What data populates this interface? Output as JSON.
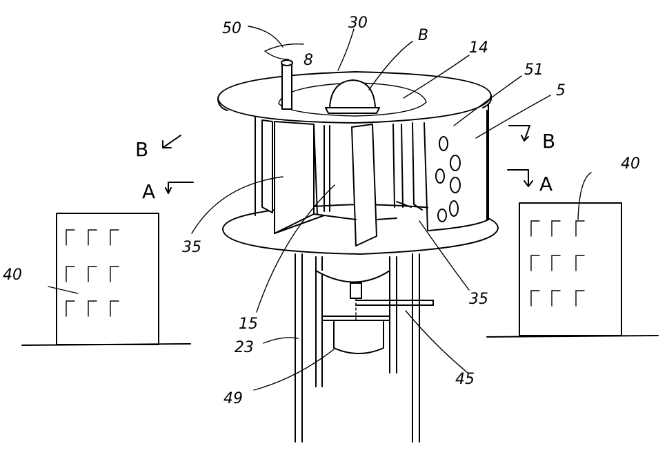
{
  "labels": {
    "l50": "50",
    "l30": "30",
    "lB_top": "B",
    "l14": "14",
    "l51": "51",
    "l5": "5",
    "l8": "8",
    "l35_left": "35",
    "l15": "15",
    "l35_right": "35",
    "l40_left": "40",
    "l40_right": "40",
    "l23": "23",
    "l49": "49",
    "l45": "45"
  },
  "section_marks": {
    "b_left": "B",
    "a_left": "A",
    "b_right": "B",
    "a_right": "A"
  }
}
